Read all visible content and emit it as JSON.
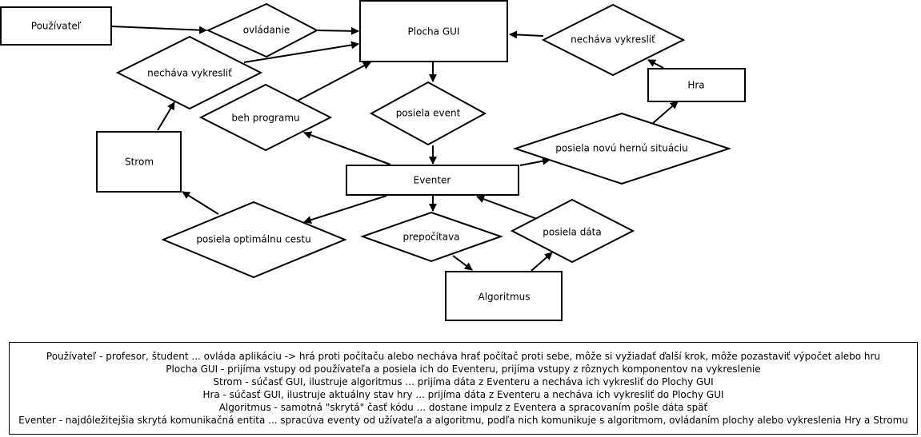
{
  "nodes": {
    "pouzivatel": "Používateľ",
    "plocha_gui": "Plocha GUI",
    "hra": "Hra",
    "eventer": "Eventer",
    "strom": "Strom",
    "algoritmus": "Algoritmus"
  },
  "relations": {
    "ovladanie": "ovládanie",
    "necháva_vykreslit_left": "nechávа vykresliť",
    "necháva_vykreslit_right": "nechávа vykresliť",
    "beh_programu": "beh programu",
    "posiela_event": "posiela event",
    "posiela_novu_hernu_situaciu": "posiela novú hernú situáciu",
    "posiela_optimalnu_cestu": "posiela optimálnu cestu",
    "prepocitava": "prepočítava",
    "posiela_data": "posiela dáta"
  },
  "legend": {
    "lines": [
      "Používateľ - profesor, študent ... ovláda aplikáciu -> hrá proti počítaču alebo necháva hrať počítač proti sebe, môže si vyžiadať ďalší krok, môže pozastaviť výpočet alebo hru",
      "Plocha GUI - prijíma vstupy od používateľa a posiela ich do Eventeru, prijíma vstupy z rôznych komponentov na vykreslenie",
      "Strom - súčasť GUI, ilustruje algoritmus ... prijíma dáta z Eventeru a necháva ich vykresliť do Plochy GUI",
      "Hra - súčasť GUI, ilustruje aktuálny stav hry ... prijíma dáta z Eventeru a necháva ich vykresliť do Plochy GUI",
      "Algoritmus - samotná \"skrytá\" časť kódu ... dostane impulz z Eventera a spracovaním pošle dáta späť",
      "Eventer - najdôležitejšia skrytá komunikačná entita ... spracúva eventy od užívateľa a algoritmu, podľa nich komunikuje s algoritmom, ovládaním plochy alebo vykreslenia Hry a Stromu"
    ]
  }
}
